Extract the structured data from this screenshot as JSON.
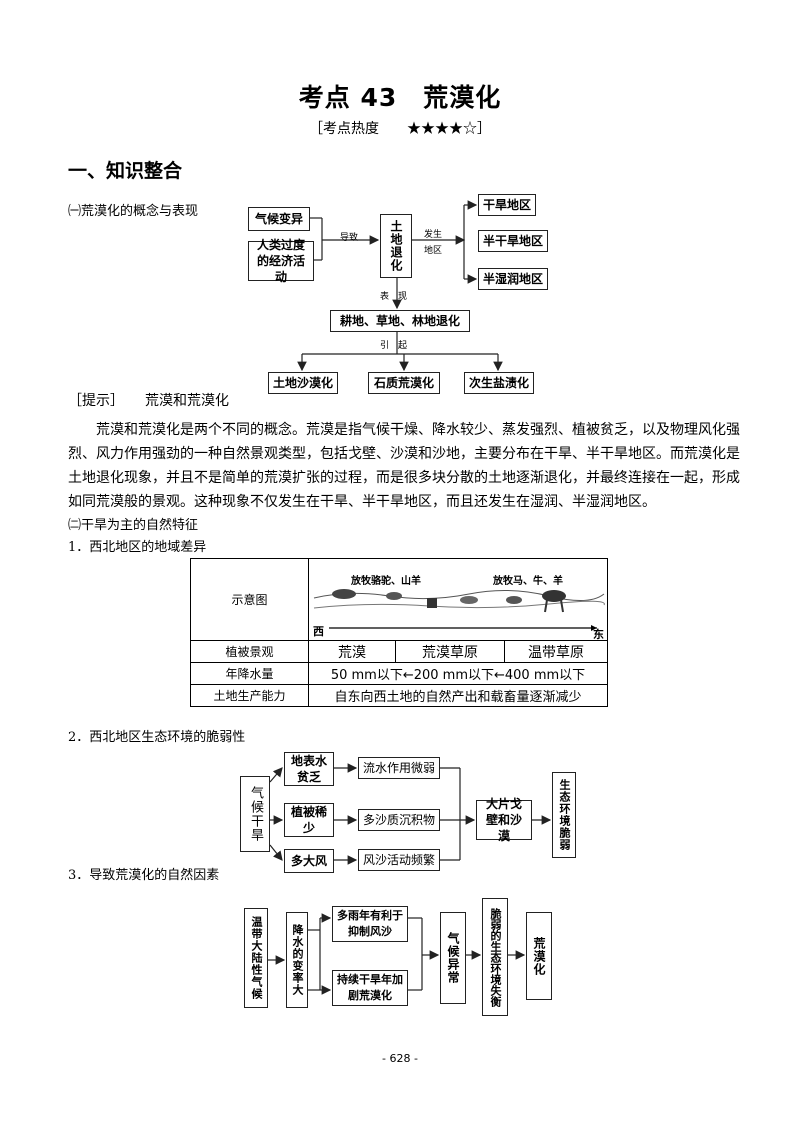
{
  "title": "考点 43　荒漠化",
  "heat": "［考点热度　　★★★★☆］",
  "section1": "一、知识整合",
  "part1": {
    "label": "㈠荒漠化的概念与表现",
    "boxes": {
      "climate": "气候变异",
      "human": "人类过度的经济活动",
      "land": "土地退化",
      "arid": "干旱地区",
      "semiarid": "半干旱地区",
      "subhumid": "半湿润地区",
      "degrade": "耕地、草地、林地退化",
      "sand": "土地沙漠化",
      "rock": "石质荒漠化",
      "salt": "次生盐渍化"
    },
    "labels": {
      "cause": "导致",
      "occur1": "发生",
      "occur2": "地区",
      "show": "表　现",
      "lead": "引　起"
    }
  },
  "tip": {
    "label": "［提示］　　荒漠和荒漠化",
    "text": "荒漠和荒漠化是两个不同的概念。荒漠是指气候干燥、降水较少、蒸发强烈、植被贫乏，以及物理风化强烈、风力作用强劲的一种自然景观类型，包括戈壁、沙漠和沙地，主要分布在干旱、半干旱地区。而荒漠化是土地退化现象，并且不是简单的荒漠扩张的过程，而是很多块分散的土地逐渐退化，并最终连接在一起，形成如同荒漠般的景观。这种现象不仅发生在干旱、半干旱地区，而且还发生在湿润、半湿润地区。"
  },
  "part2": {
    "label": "㈡干旱为主的自然特征",
    "item1": "1．西北地区的地域差异",
    "table": {
      "row_labels": [
        "示意图",
        "植被景观",
        "年降水量",
        "土地生产能力"
      ],
      "sketch_left": "放牧骆驼、山羊",
      "sketch_right": "放牧马、牛、羊",
      "west": "西",
      "east": "东",
      "vegetation": [
        "荒漠",
        "荒漠草原",
        "温带草原"
      ],
      "rainfall": "50 mm以下←200 mm以下←400 mm以下",
      "productivity": "自东向西土地的自然产出和载畜量逐渐减少"
    },
    "item2": "2．西北地区生态环境的脆弱性",
    "chart2": {
      "climate": "气候干旱",
      "water": "地表水贫乏",
      "veg": "植被稀少",
      "wind": "多大风",
      "flow": "流水作用微弱",
      "sandsed": "多沙质沉积物",
      "windsand": "风沙活动频繁",
      "gobi": "大片戈壁和沙漠",
      "fragile": "生态环境脆弱"
    },
    "item3": "3．导致荒漠化的自然因素",
    "chart3": {
      "climate": "温带大陆性气候",
      "precip": "降水的变率大",
      "wet": "多雨年有利于抑制风沙",
      "dry": "持续干旱年加剧荒漠化",
      "abnormal": "气候异常",
      "imbalance": "脆弱的生态环境失衡",
      "desert": "荒漠化"
    }
  },
  "page_number": "- 628 -"
}
